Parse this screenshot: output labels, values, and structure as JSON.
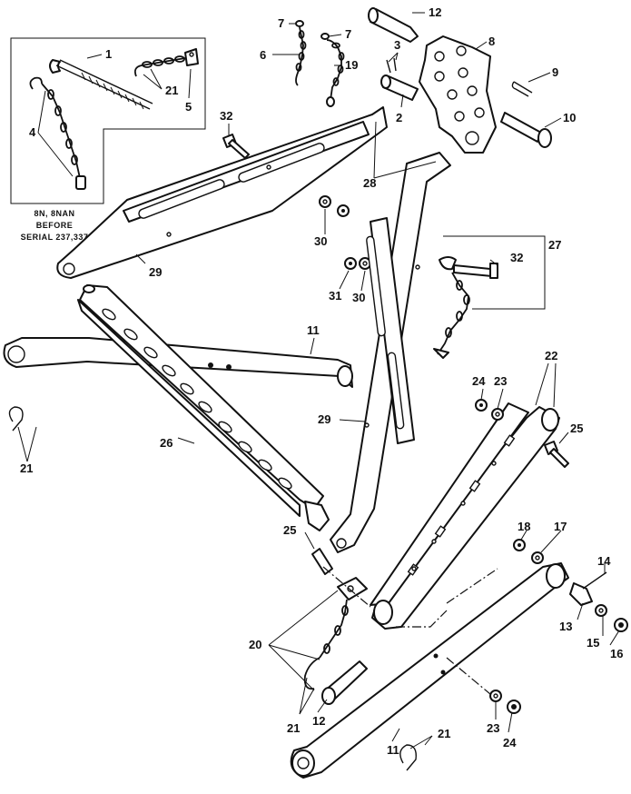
{
  "inset": {
    "caption_lines": [
      "8N, 8NAN",
      "BEFORE",
      "SERIAL 237,337"
    ]
  },
  "callouts": [
    {
      "id": "c1",
      "text": "1"
    },
    {
      "id": "c4",
      "text": "4"
    },
    {
      "id": "c21a",
      "text": "21"
    },
    {
      "id": "c5",
      "text": "5"
    },
    {
      "id": "c7a",
      "text": "7"
    },
    {
      "id": "c6",
      "text": "6"
    },
    {
      "id": "c7b",
      "text": "7"
    },
    {
      "id": "c19",
      "text": "19"
    },
    {
      "id": "c12a",
      "text": "12"
    },
    {
      "id": "c3",
      "text": "3"
    },
    {
      "id": "c8",
      "text": "8"
    },
    {
      "id": "c2",
      "text": "2"
    },
    {
      "id": "c9",
      "text": "9"
    },
    {
      "id": "c10",
      "text": "10"
    },
    {
      "id": "c32a",
      "text": "32"
    },
    {
      "id": "c28",
      "text": "28"
    },
    {
      "id": "c30a",
      "text": "30"
    },
    {
      "id": "c27",
      "text": "27"
    },
    {
      "id": "c32b",
      "text": "32"
    },
    {
      "id": "c29a",
      "text": "29"
    },
    {
      "id": "c31",
      "text": "31"
    },
    {
      "id": "c30b",
      "text": "30"
    },
    {
      "id": "c11a",
      "text": "11"
    },
    {
      "id": "c22",
      "text": "22"
    },
    {
      "id": "c24a",
      "text": "24"
    },
    {
      "id": "c23a",
      "text": "23"
    },
    {
      "id": "c21b",
      "text": "21"
    },
    {
      "id": "c29b",
      "text": "29"
    },
    {
      "id": "c26",
      "text": "26"
    },
    {
      "id": "c25a",
      "text": "25"
    },
    {
      "id": "c25b",
      "text": "25"
    },
    {
      "id": "c18",
      "text": "18"
    },
    {
      "id": "c17",
      "text": "17"
    },
    {
      "id": "c14",
      "text": "14"
    },
    {
      "id": "c13",
      "text": "13"
    },
    {
      "id": "c15",
      "text": "15"
    },
    {
      "id": "c16",
      "text": "16"
    },
    {
      "id": "c20",
      "text": "20"
    },
    {
      "id": "c21c",
      "text": "21"
    },
    {
      "id": "c12b",
      "text": "12"
    },
    {
      "id": "c23b",
      "text": "23"
    },
    {
      "id": "c24b",
      "text": "24"
    },
    {
      "id": "c11b",
      "text": "11"
    },
    {
      "id": "c21d",
      "text": "21"
    }
  ]
}
